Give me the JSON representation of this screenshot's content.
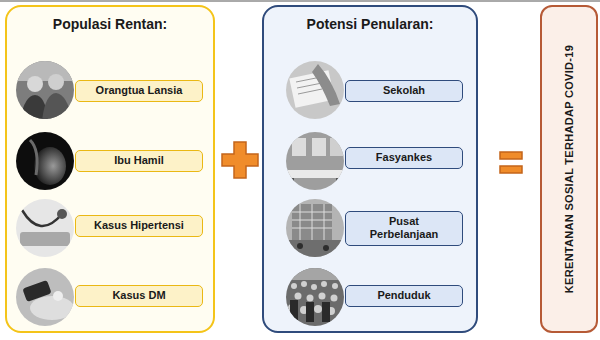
{
  "diagram": {
    "nodes": [
      {
        "text": [
          "Populasi Rentan:"
        ]
      },
      {
        "text": [
          "Orangtua Lansia"
        ],
        "in": 0
      },
      {
        "text": [
          "Ibu Hamil"
        ],
        "in": 0
      },
      {
        "text": [
          "Kasus Hipertensi"
        ],
        "in": 0
      },
      {
        "text": [
          "Kasus DM"
        ],
        "in": 0
      },
      {
        "text": [
          "Potensi Penularan:"
        ]
      },
      {
        "text": [
          "Sekolah"
        ],
        "in": 5
      },
      {
        "text": [
          "Fasyankes"
        ],
        "in": 5
      },
      {
        "text": [
          "Pusat Perbelanjaan"
        ],
        "in": 5
      },
      {
        "text": [
          "Penduduk"
        ],
        "in": 5
      },
      {
        "text": [
          "KERENTANAN SOSIAL TERHADAP COVID-19"
        ]
      }
    ]
  }
}
